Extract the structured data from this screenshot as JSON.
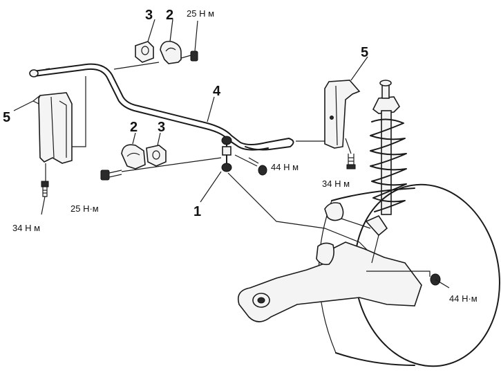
{
  "labels": {
    "part_1": "1",
    "part_2_top": "2",
    "part_3_top": "3",
    "part_2_mid": "2",
    "part_3_mid": "3",
    "part_4": "4",
    "part_5_left": "5",
    "part_5_right": "5"
  },
  "torques": {
    "top_bracket_bolt": "25 Н м",
    "link_nut": "44 Н м",
    "right_bracket_bolt": "34 Н м",
    "mid_bracket_bolt": "25 Н·м",
    "left_bracket_bolt": "34 Н м",
    "hub_nut": "44 Н·м"
  }
}
